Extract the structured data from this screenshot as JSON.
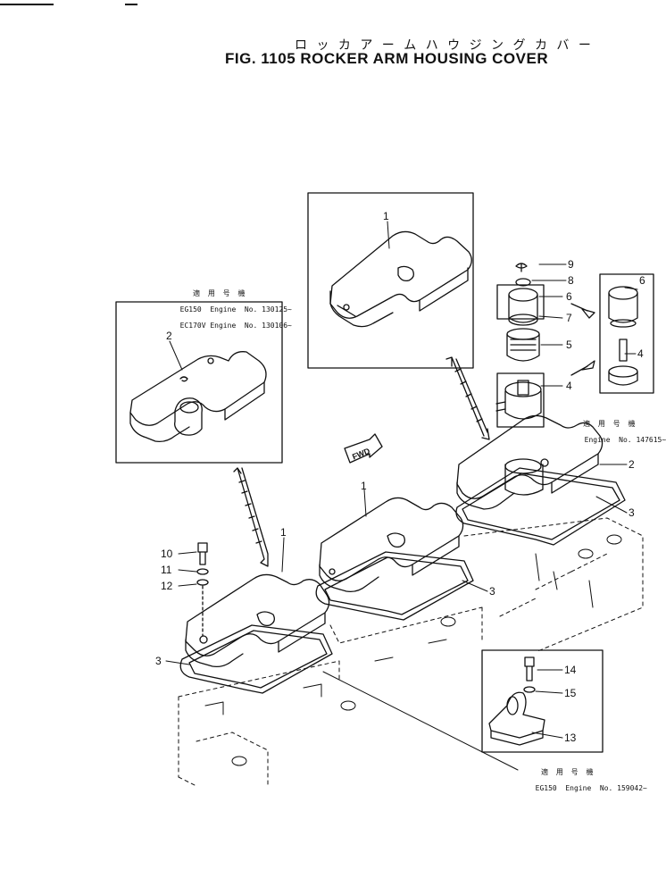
{
  "title": {
    "jp": "ロ ッ カ ア ー ム ハ ウ ジ ン グ カ バ ー",
    "en": "FIG. 1105  ROCKER ARM HOUSING COVER"
  },
  "notes": {
    "left": {
      "jp": "適 用 号 機",
      "line1": "EG150  Engine  No. 130125~",
      "line2": "EC170V Engine  No. 130106~"
    },
    "right": {
      "jp": "適 用 号 機",
      "line1": "Engine  No. 147615~"
    },
    "bottom": {
      "jp": "適 用 号 機",
      "line1": "EG150  Engine  No. 159042~"
    }
  },
  "fwd_label": "FWD",
  "callouts": [
    "1",
    "1",
    "1",
    "2",
    "2",
    "3",
    "3",
    "3",
    "4",
    "4",
    "5",
    "6",
    "6",
    "7",
    "8",
    "9",
    "10",
    "11",
    "12",
    "13",
    "14",
    "15"
  ]
}
